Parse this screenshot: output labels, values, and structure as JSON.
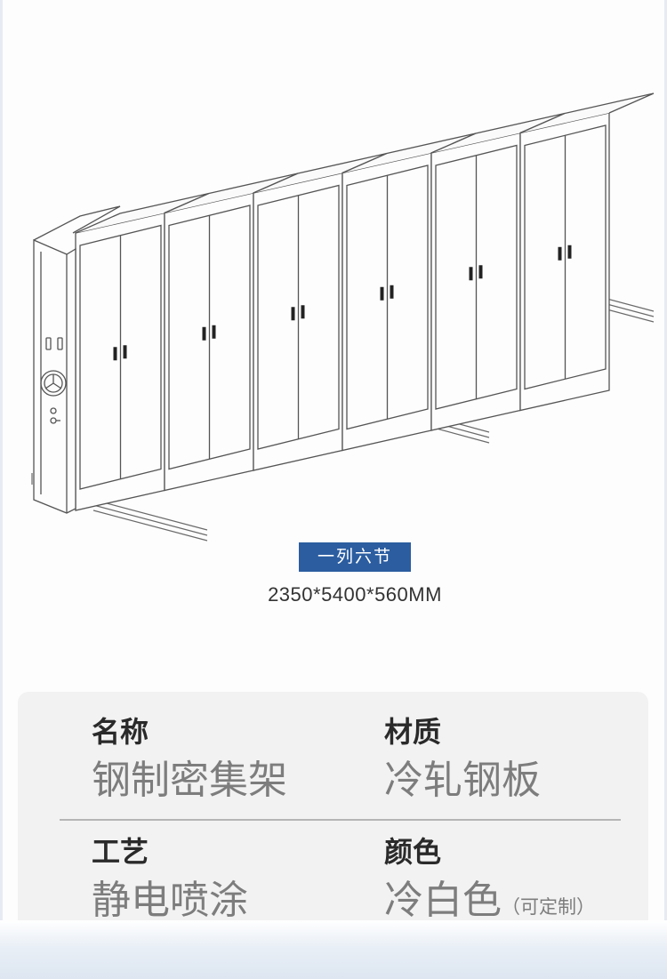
{
  "product": {
    "config_badge": "一列六节",
    "dimensions": "2350*5400*560MM"
  },
  "specs": [
    {
      "label": "名称",
      "value": "钢制密集架",
      "note": ""
    },
    {
      "label": "材质",
      "value": "冷轧钢板",
      "note": ""
    },
    {
      "label": "工艺",
      "value": "静电喷涂",
      "note": ""
    },
    {
      "label": "颜色",
      "value": "冷白色",
      "note": "（可定制）"
    }
  ],
  "colors": {
    "badge": "#2b5da0",
    "label": "#2a2a2a",
    "value": "#7d7d7d",
    "panel": "#f2f2f2",
    "line_art": "#5a5a5a"
  }
}
